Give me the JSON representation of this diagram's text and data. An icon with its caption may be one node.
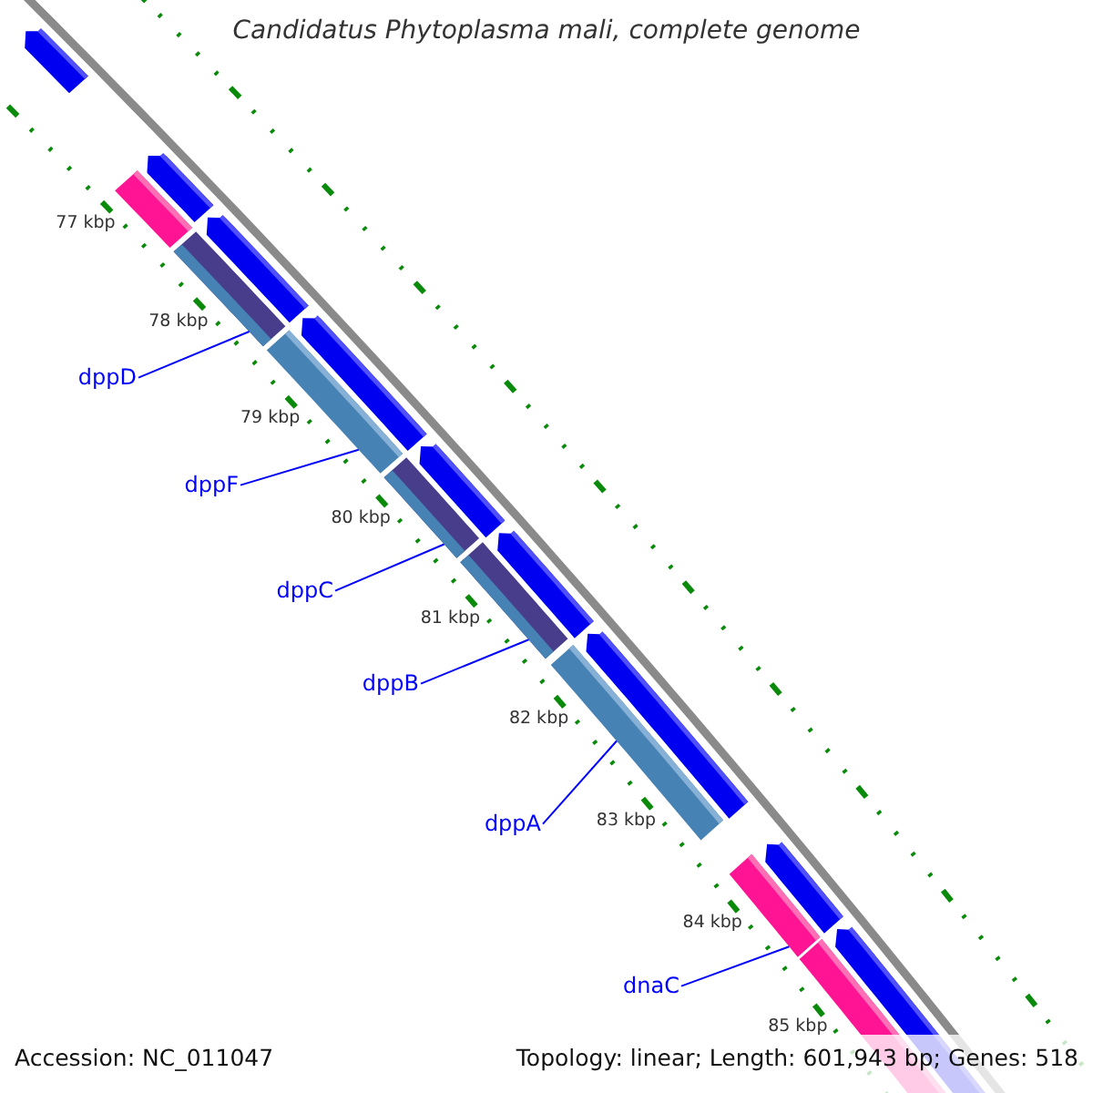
{
  "diagram": {
    "title": "Candidatus Phytoplasma mali, complete genome",
    "nodes": [
      {
        "text": [
          "dppD"
        ]
      },
      {
        "text": [
          "dppF"
        ]
      },
      {
        "text": [
          "dppC"
        ]
      },
      {
        "text": [
          "dppB"
        ]
      },
      {
        "text": [
          "dppA"
        ]
      },
      {
        "text": [
          "dnaC"
        ]
      },
      {
        "text": [],
        "shape": "bar"
      },
      {
        "text": [],
        "shape": "bar"
      },
      {
        "text": [],
        "shape": "bar"
      },
      {
        "text": [],
        "shape": "bar"
      },
      {
        "text": [],
        "shape": "bar"
      },
      {
        "text": [],
        "shape": "bar"
      }
    ],
    "edges": [
      {
        "from": 0,
        "to": 6,
        "arrow": "none"
      },
      {
        "from": 1,
        "to": 7,
        "arrow": "none"
      },
      {
        "from": 2,
        "to": 8,
        "arrow": "none"
      },
      {
        "from": 3,
        "to": 9,
        "arrow": "none"
      },
      {
        "from": 4,
        "to": 10,
        "arrow": "none"
      },
      {
        "from": 5,
        "to": 11,
        "arrow": "none"
      }
    ],
    "labels": [
      "77 kbp",
      "78 kbp",
      "79 kbp",
      "80 kbp",
      "81 kbp",
      "82 kbp",
      "83 kbp",
      "84 kbp",
      "85 kbp",
      "Accession: NC_011047",
      "Topology: linear; Length: 601,943 bp; Genes: 518"
    ]
  }
}
